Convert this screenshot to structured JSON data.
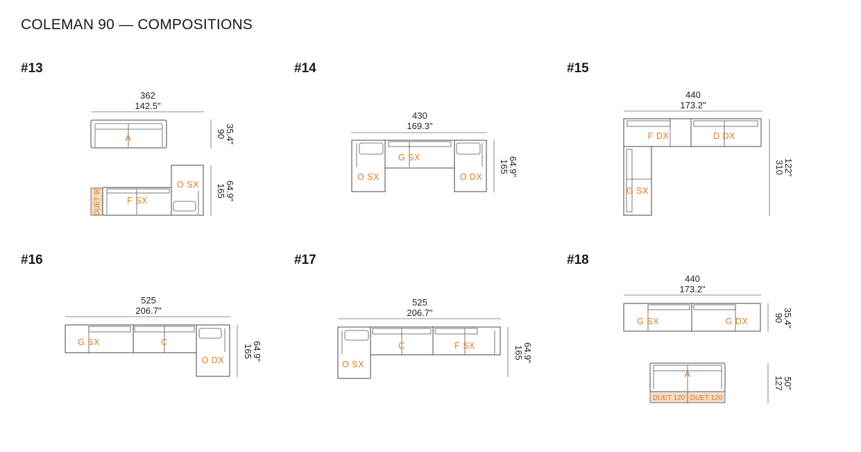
{
  "title": "COLEMAN 90 — COMPOSITIONS",
  "compositions": [
    {
      "id": "#13",
      "width_cm": "362",
      "width_in": "142.5\"",
      "depth1_cm": "90",
      "depth1_in": "35.4\"",
      "depth2_cm": "165",
      "depth2_in": "64.9\"",
      "labels": [
        "A",
        "F SX",
        "O SX"
      ],
      "duet": "DUET 90"
    },
    {
      "id": "#14",
      "width_cm": "430",
      "width_in": "169.3\"",
      "depth_cm": "165",
      "depth_in": "64.9\"",
      "labels": [
        "G SX",
        "O SX",
        "O DX"
      ]
    },
    {
      "id": "#15",
      "width_cm": "440",
      "width_in": "173.2\"",
      "depth_cm": "310",
      "depth_in": "122\"",
      "labels": [
        "F DX",
        "D DX",
        "G SX"
      ]
    },
    {
      "id": "#16",
      "width_cm": "525",
      "width_in": "206.7\"",
      "depth_cm": "165",
      "depth_in": "64.9\"",
      "labels": [
        "G SX",
        "C",
        "O DX"
      ]
    },
    {
      "id": "#17",
      "width_cm": "525",
      "width_in": "206.7\"",
      "depth_cm": "165",
      "depth_in": "64.9\"",
      "labels": [
        "C",
        "F SX",
        "O SX"
      ]
    },
    {
      "id": "#18",
      "width_cm": "440",
      "width_in": "173.2\"",
      "depth1_cm": "90",
      "depth1_in": "35.4\"",
      "depth2_cm": "127",
      "depth2_in": "50\"",
      "labels": [
        "G SX",
        "G DX",
        "A"
      ],
      "duet": [
        "DUET 120",
        "DUET 120"
      ]
    }
  ]
}
